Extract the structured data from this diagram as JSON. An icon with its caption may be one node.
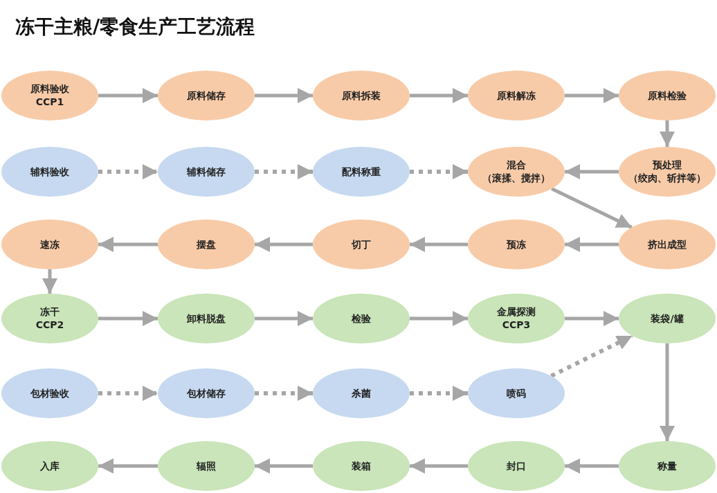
{
  "diagram": {
    "title": "冻干主粮/零食生产工艺流程",
    "nodes": [
      {
        "text": [
          "原料验收",
          "CCP1"
        ]
      },
      {
        "text": [
          "原料储存"
        ]
      },
      {
        "text": [
          "原料拆装"
        ]
      },
      {
        "text": [
          "原料解冻"
        ]
      },
      {
        "text": [
          "原料检验"
        ]
      },
      {
        "text": [
          "辅料验收"
        ]
      },
      {
        "text": [
          "辅料储存"
        ]
      },
      {
        "text": [
          "配料称重"
        ]
      },
      {
        "text": [
          "混合",
          "（滚揉、搅拌）"
        ]
      },
      {
        "text": [
          "预处理",
          "（绞肉、斩拌等）"
        ]
      },
      {
        "text": [
          "速冻"
        ]
      },
      {
        "text": [
          "摆盘"
        ]
      },
      {
        "text": [
          "切丁"
        ]
      },
      {
        "text": [
          "预冻"
        ]
      },
      {
        "text": [
          "挤出成型"
        ]
      },
      {
        "text": [
          "冻干",
          "CCP2"
        ]
      },
      {
        "text": [
          "卸料脱盘"
        ]
      },
      {
        "text": [
          "检验"
        ]
      },
      {
        "text": [
          "金属探测",
          "CCP3"
        ]
      },
      {
        "text": [
          "装袋/罐"
        ]
      },
      {
        "text": [
          "包材验收"
        ]
      },
      {
        "text": [
          "包材储存"
        ]
      },
      {
        "text": [
          "杀菌"
        ]
      },
      {
        "text": [
          "喷码"
        ]
      },
      {
        "text": [
          "入库"
        ]
      },
      {
        "text": [
          "辐照"
        ]
      },
      {
        "text": [
          "装箱"
        ]
      },
      {
        "text": [
          "封口"
        ]
      },
      {
        "text": [
          "称量"
        ]
      }
    ],
    "edges": [
      {
        "from": 0,
        "to": 1,
        "arrow": "to"
      },
      {
        "from": 1,
        "to": 2,
        "arrow": "to"
      },
      {
        "from": 2,
        "to": 3,
        "arrow": "to"
      },
      {
        "from": 3,
        "to": 4,
        "arrow": "to"
      },
      {
        "from": 4,
        "to": 9,
        "arrow": "to"
      },
      {
        "from": 5,
        "to": 6,
        "arrow": "to",
        "style": "dashed"
      },
      {
        "from": 6,
        "to": 7,
        "arrow": "to",
        "style": "dashed"
      },
      {
        "from": 7,
        "to": 8,
        "arrow": "to",
        "style": "dashed"
      },
      {
        "from": 9,
        "to": 8,
        "arrow": "to"
      },
      {
        "from": 8,
        "to": 14,
        "arrow": "to"
      },
      {
        "from": 14,
        "to": 13,
        "arrow": "to"
      },
      {
        "from": 13,
        "to": 12,
        "arrow": "to"
      },
      {
        "from": 12,
        "to": 11,
        "arrow": "to"
      },
      {
        "from": 11,
        "to": 10,
        "arrow": "to"
      },
      {
        "from": 10,
        "to": 15,
        "arrow": "to"
      },
      {
        "from": 15,
        "to": 16,
        "arrow": "to"
      },
      {
        "from": 16,
        "to": 17,
        "arrow": "to"
      },
      {
        "from": 17,
        "to": 18,
        "arrow": "to"
      },
      {
        "from": 18,
        "to": 19,
        "arrow": "to"
      },
      {
        "from": 20,
        "to": 21,
        "arrow": "to",
        "style": "dashed"
      },
      {
        "from": 21,
        "to": 22,
        "arrow": "to",
        "style": "dashed"
      },
      {
        "from": 22,
        "to": 23,
        "arrow": "to",
        "style": "dashed"
      },
      {
        "from": 23,
        "to": 19,
        "arrow": "to",
        "style": "dashed"
      },
      {
        "from": 19,
        "to": 28,
        "arrow": "to"
      },
      {
        "from": 28,
        "to": 27,
        "arrow": "to"
      },
      {
        "from": 27,
        "to": 26,
        "arrow": "to"
      },
      {
        "from": 26,
        "to": 25,
        "arrow": "to"
      },
      {
        "from": 25,
        "to": 24,
        "arrow": "to"
      }
    ]
  }
}
